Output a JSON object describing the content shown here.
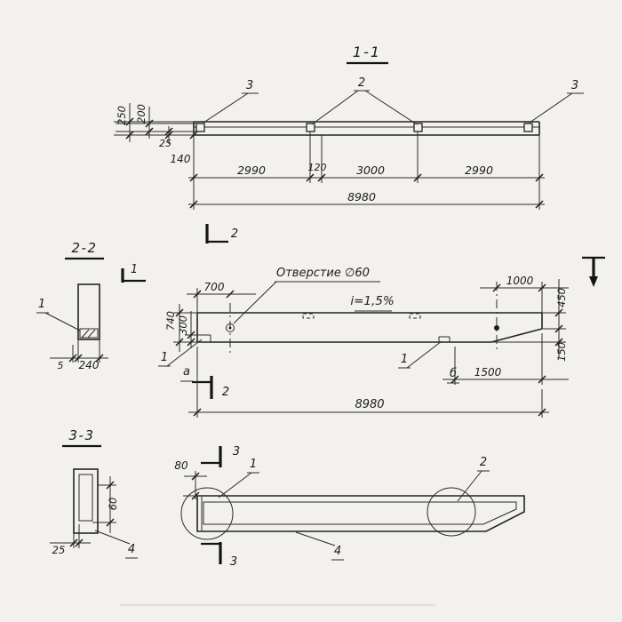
{
  "canvas": {
    "background": "#f3f1ed",
    "ink": "#1c1c1c"
  },
  "top_view": {
    "title": "1-1",
    "callout_plate_left": "3",
    "callout_plate_mid": "2",
    "callout_plate_right": "3",
    "dim_width_outer": "250",
    "dim_width_plate": "200",
    "dim_edge_gap": "25",
    "dim_drop": "140",
    "dim_span_1": "2990",
    "dim_span_offset": "120",
    "dim_span_2": "3000",
    "dim_span_3": "2990",
    "dim_total": "8980"
  },
  "section_2_2": {
    "title": "2-2",
    "callout_plate": "1",
    "dim_thickness": "5",
    "dim_width": "240"
  },
  "elevation": {
    "section_mark_top": "2",
    "section_mark_bottom": "2",
    "section_mark_left": "1",
    "hole_note": "Отверстие ∅60",
    "slope_note": "i=1,5%",
    "dim_hole_offset": "700",
    "dim_end_offset": "1000",
    "dim_end_height": "450",
    "dim_height": "740",
    "dim_ledge": "300",
    "dim_taper": "150",
    "dim_console": "1500",
    "dim_total": "8980",
    "callout_plate_left": "1",
    "callout_plate_mid": "1",
    "detail_a": "а",
    "detail_b": "б"
  },
  "section_3_3": {
    "title": "3-3",
    "dim_inner": "60",
    "dim_wall": "25",
    "callout_channel": "4"
  },
  "plan_view": {
    "section_mark_top": "3",
    "section_mark_bottom": "3",
    "dim_offset": "80",
    "callout_plate_left": "1",
    "callout_plate_right": "2",
    "callout_channel": "4"
  }
}
